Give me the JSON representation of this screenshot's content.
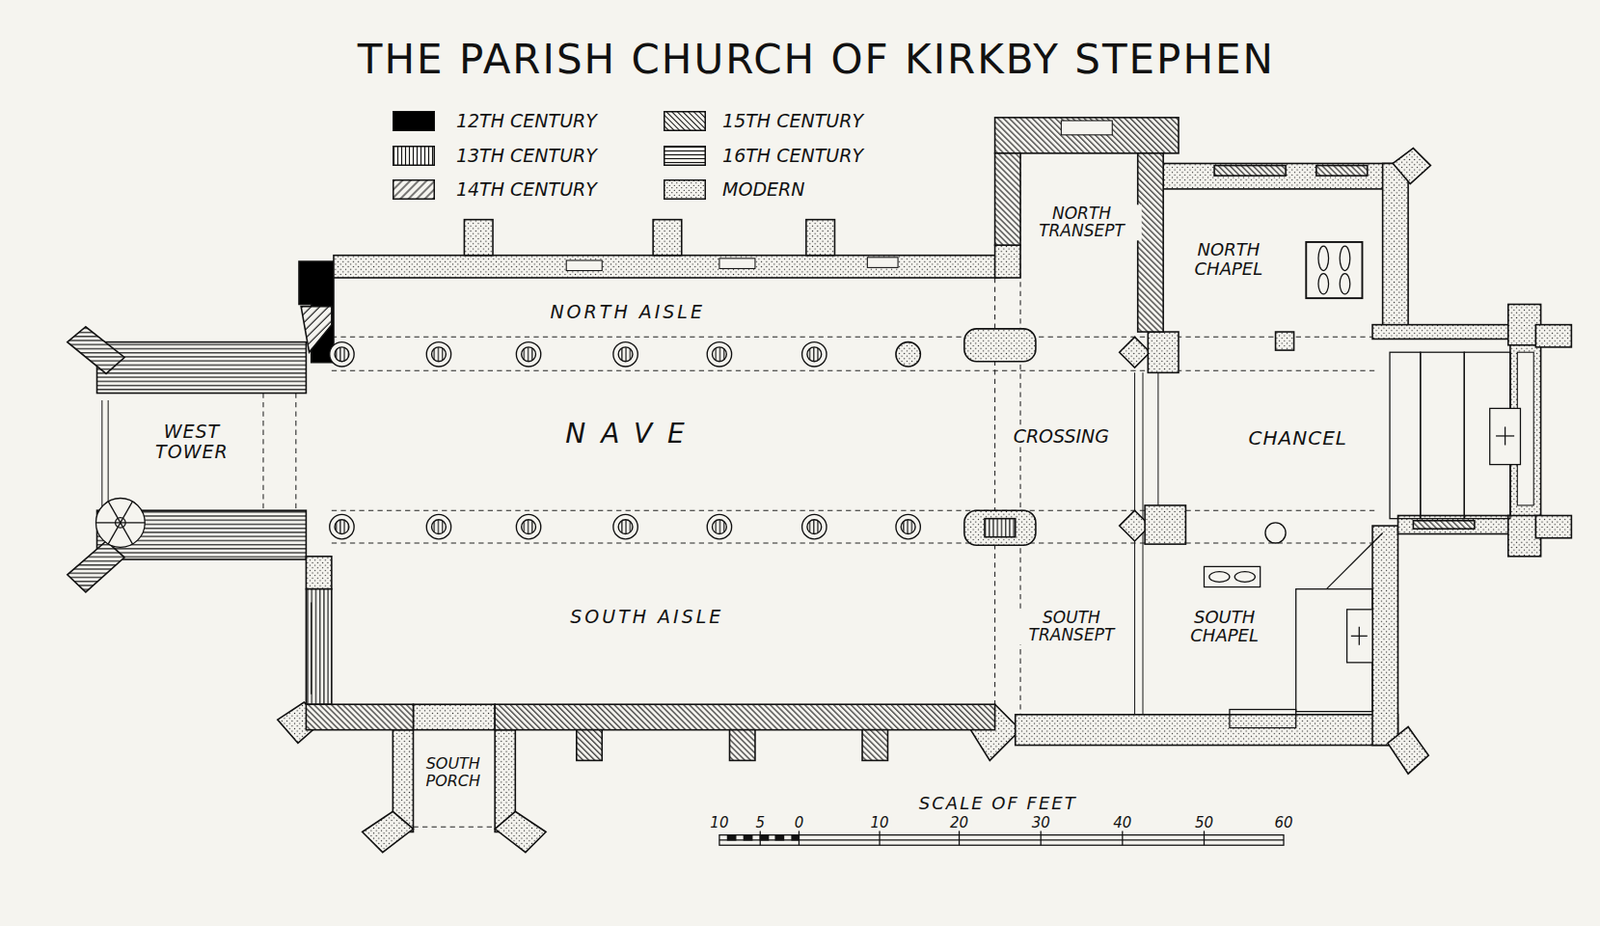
{
  "diagram": {
    "title": "THE PARISH CHURCH OF KIRKBY STEPHEN",
    "labels": [
      "WEST TOWER",
      "NORTH AISLE",
      "NAVE",
      "SOUTH AISLE",
      "NORTH TRANSEPT",
      "CROSSING",
      "SOUTH TRANSEPT",
      "NORTH CHAPEL",
      "CHANCEL",
      "SOUTH CHAPEL",
      "SOUTH PORCH",
      "SCALE OF FEET",
      "10",
      "5",
      "0",
      "10",
      "20",
      "30",
      "40",
      "50",
      "60"
    ],
    "legend": [
      {
        "text": "12TH CENTURY",
        "color": "#000000"
      },
      {
        "text": "13TH CENTURY"
      },
      {
        "text": "14TH CENTURY"
      },
      {
        "text": "15TH CENTURY"
      },
      {
        "text": "16TH CENTURY"
      },
      {
        "text": "MODERN"
      }
    ]
  }
}
